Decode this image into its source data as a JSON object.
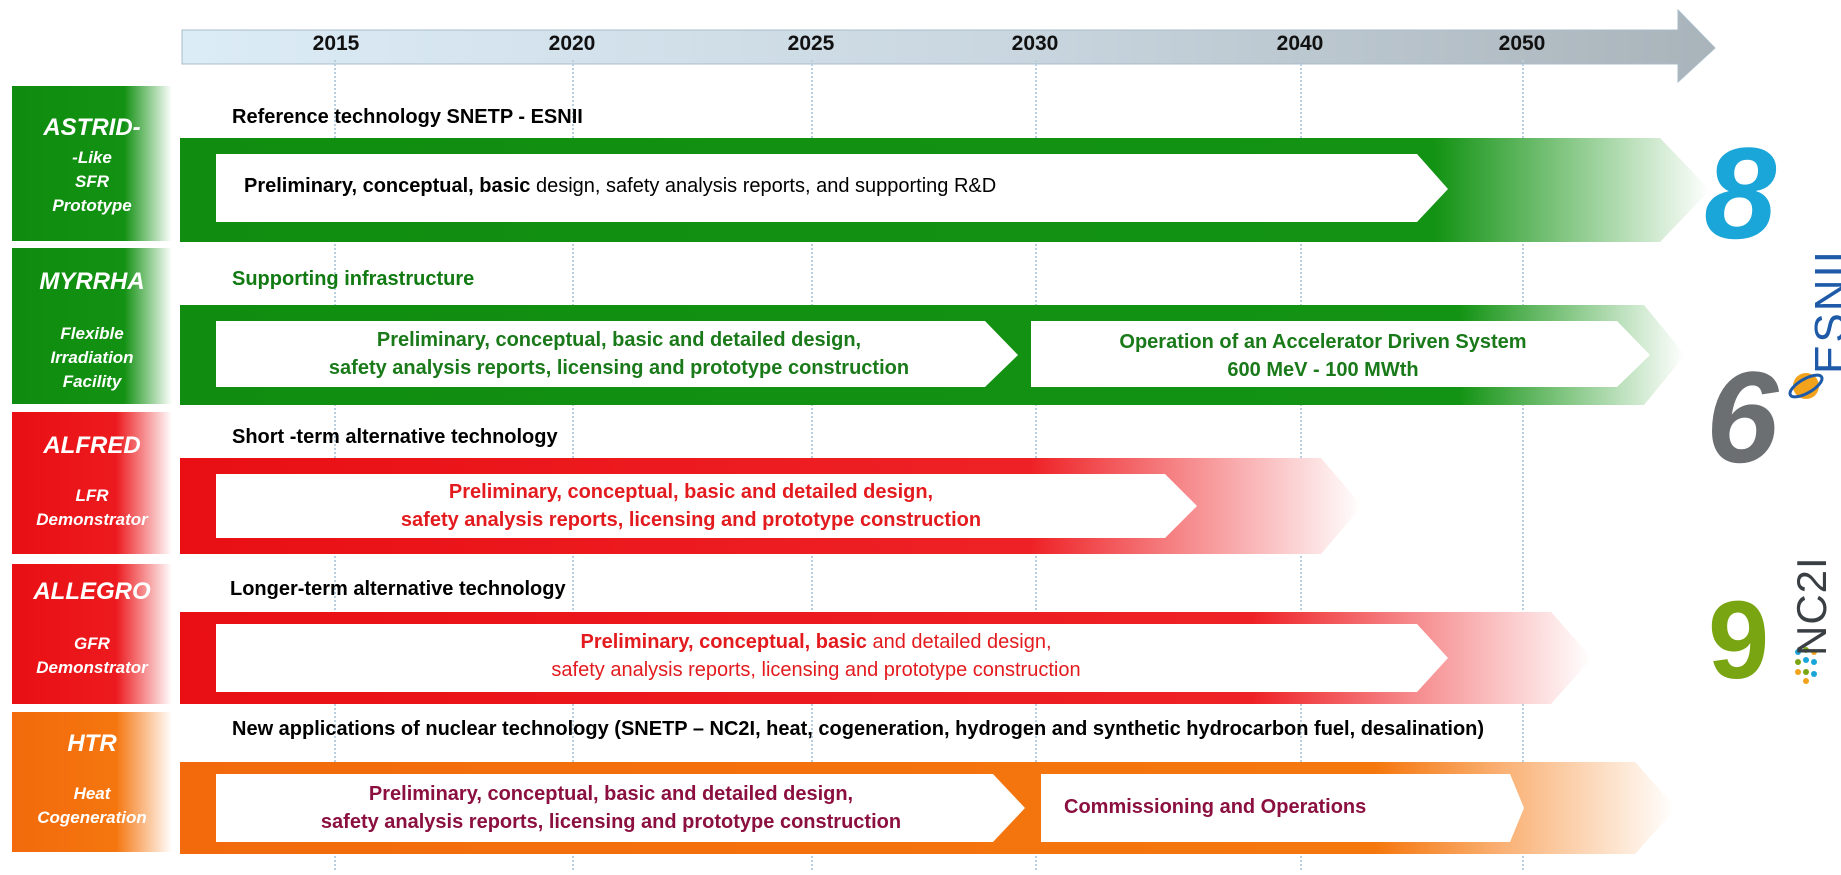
{
  "timeline": {
    "years": [
      "2015",
      "2020",
      "2025",
      "2030",
      "2040",
      "2050"
    ]
  },
  "rows": [
    {
      "name": "ASTRID-",
      "sub": [
        "-Like",
        "SFR",
        "Prototype"
      ],
      "header": "Reference technology SNETP - ESNII",
      "bar1_bold": "Preliminary, conceptual, basic",
      "bar1_rest": " design, safety analysis reports, and supporting R&D"
    },
    {
      "name": "MYRRHA",
      "sub": [
        "Flexible",
        "Irradiation",
        "Facility"
      ],
      "header": "Supporting infrastructure",
      "bar1_line1": "Preliminary, conceptual, basic and detailed design,",
      "bar1_line2": "safety analysis reports, licensing and prototype construction",
      "bar2_line1": "Operation of an Accelerator Driven System",
      "bar2_line2": "600 MeV - 100 MWth"
    },
    {
      "name": "ALFRED",
      "sub": [
        "LFR",
        "Demonstrator"
      ],
      "header": "Short -term alternative technology",
      "bar1_line1": "Preliminary, conceptual, basic and detailed design,",
      "bar1_line2": "safety analysis reports, licensing and prototype construction"
    },
    {
      "name": "ALLEGRO",
      "sub": [
        "GFR",
        "Demonstrator"
      ],
      "header": "Longer-term alternative technology",
      "bar1_bold": "Preliminary, conceptual, basic",
      "bar1_rest": " and detailed design,",
      "bar1_line2": "safety analysis reports, licensing and prototype construction"
    },
    {
      "name": "HTR",
      "sub": [
        "Heat",
        "Cogeneration"
      ],
      "header": "New applications of nuclear technology (SNETP – NC2I, heat, cogeneration, hydrogen and synthetic hydrocarbon fuel, desalination)",
      "bar1_line1": "Preliminary, conceptual, basic and detailed design,",
      "bar1_line2": "safety analysis reports, licensing and prototype construction",
      "bar2_line1": "Commissioning and Operations"
    }
  ],
  "logos": {
    "esnii_text": "ESNII",
    "nc2i_text": "NC2I",
    "num8": "8",
    "num6": "6",
    "num9": "9"
  },
  "colors": {
    "green": "#129112",
    "red": "#ec1a1e",
    "orange": "#f5760f",
    "maroon": "#8b1040",
    "esnii_blue": "#1aa6d8",
    "nc2i_green": "#7aa512"
  }
}
